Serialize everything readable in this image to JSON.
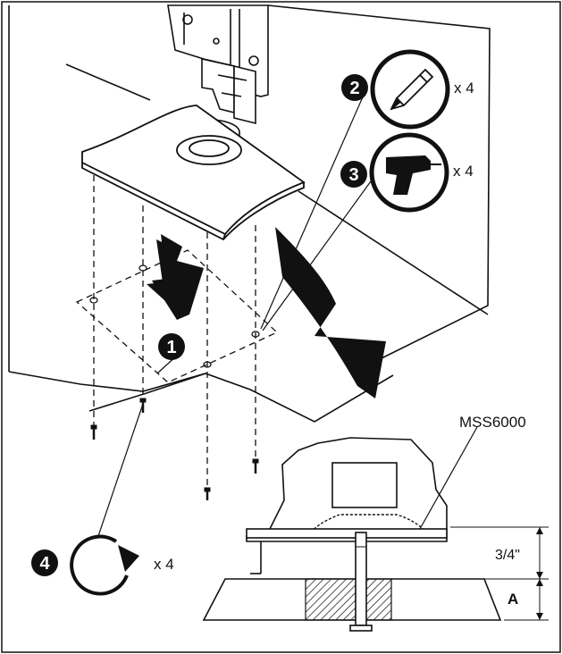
{
  "callouts": {
    "step1": "1",
    "step2": "2",
    "step3": "3",
    "step4": "4"
  },
  "quantities": {
    "mark_count": "x 4",
    "drill_count": "x 4",
    "screw_count": "x 4"
  },
  "detail": {
    "model_label": "MSS6000",
    "thickness_label": "3/4\"",
    "dimension_label": "A"
  },
  "icons": {
    "step2": "pencil-icon",
    "step3": "drill-icon",
    "step4": "rotate-clockwise-icon"
  },
  "colors": {
    "ink": "#111111",
    "paper": "#ffffff"
  }
}
